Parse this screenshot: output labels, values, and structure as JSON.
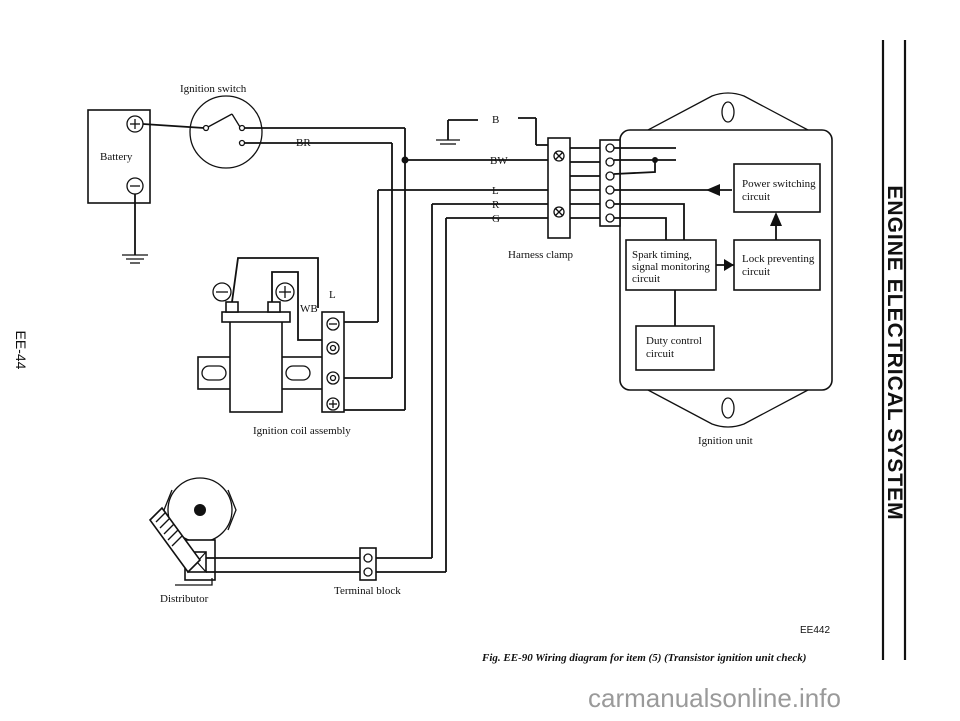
{
  "page_id": "EE-44",
  "side_title": "ENGINE ELECTRICAL SYSTEM",
  "labels": {
    "ignition_switch": "Ignition switch",
    "battery": "Battery",
    "br": "BR",
    "l_coil": "L",
    "wb": "WB",
    "ignition_coil_assembly": "Ignition coil assembly",
    "distributor": "Distributor",
    "terminal_block": "Terminal block",
    "harness_clamp": "Harness clamp",
    "ignition_unit": "Ignition unit",
    "wire_b": "B",
    "wire_bw": "BW",
    "wire_l": "L",
    "wire_r": "R",
    "wire_g": "G",
    "power_switching": [
      "Power switching",
      "circuit"
    ],
    "lock_preventing": [
      "Lock preventing",
      "circuit"
    ],
    "spark_timing": [
      "Spark timing,",
      "signal monitoring",
      "circuit"
    ],
    "duty_control": [
      "Duty control",
      "circuit"
    ]
  },
  "figure_code": "EE442",
  "caption": "Fig. EE-90  Wiring diagram for item (5) (Transistor ignition unit check)",
  "watermark": "carmanualsonline.info"
}
